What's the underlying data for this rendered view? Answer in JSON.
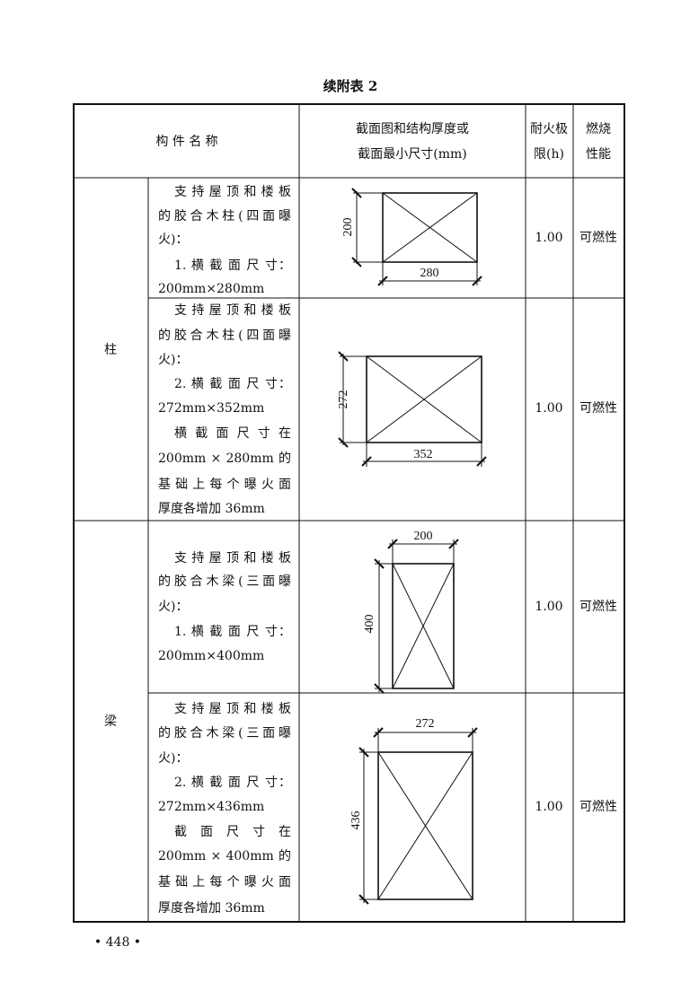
{
  "title": "续附表 2",
  "headers": {
    "name": "构 件 名 称",
    "section_line1": "截面图和结构厚度或",
    "section_line2": "截面最小尺寸(mm)",
    "fire_line1": "耐火极",
    "fire_line2": "限(h)",
    "comb_line1": "燃烧",
    "comb_line2": "性能"
  },
  "categories": [
    "柱",
    "梁"
  ],
  "rows": [
    {
      "lines": [
        "支持屋顶和楼板",
        "的胶合木柱(四面曝",
        "火)：",
        "1. 横 截 面 尺 寸：",
        "200mm×280mm"
      ],
      "dim_h": "200",
      "dim_w": "280",
      "fire": "1.00",
      "comb": "可燃性"
    },
    {
      "lines": [
        "支持屋顶和楼板",
        "的胶合木柱(四面曝",
        "火)：",
        "2. 横 截 面 尺 寸：",
        "272mm×352mm",
        "横 截 面 尺 寸 在",
        "200mm × 280mm 的",
        "基础上每个曝火面",
        "厚度各增加 36mm"
      ],
      "dim_h": "272",
      "dim_w": "352",
      "fire": "1.00",
      "comb": "可燃性"
    },
    {
      "lines": [
        "支持屋顶和楼板",
        "的胶合木梁(三面曝",
        "火)：",
        "1. 横 截 面 尺 寸：",
        "200mm×400mm"
      ],
      "dim_h": "400",
      "dim_w": "200",
      "fire": "1.00",
      "comb": "可燃性"
    },
    {
      "lines": [
        "支持屋顶和楼板",
        "的胶合木梁(三面曝",
        "火)：",
        "2. 横 截 面 尺 寸：",
        "272mm×436mm",
        "截 面 尺 寸 在",
        "200mm × 400mm 的",
        "基础上每个曝火面",
        "厚度各增加 36mm"
      ],
      "dim_h": "436",
      "dim_w": "272",
      "fire": "1.00",
      "comb": "可燃性"
    }
  ],
  "page_number": "• 448 •"
}
